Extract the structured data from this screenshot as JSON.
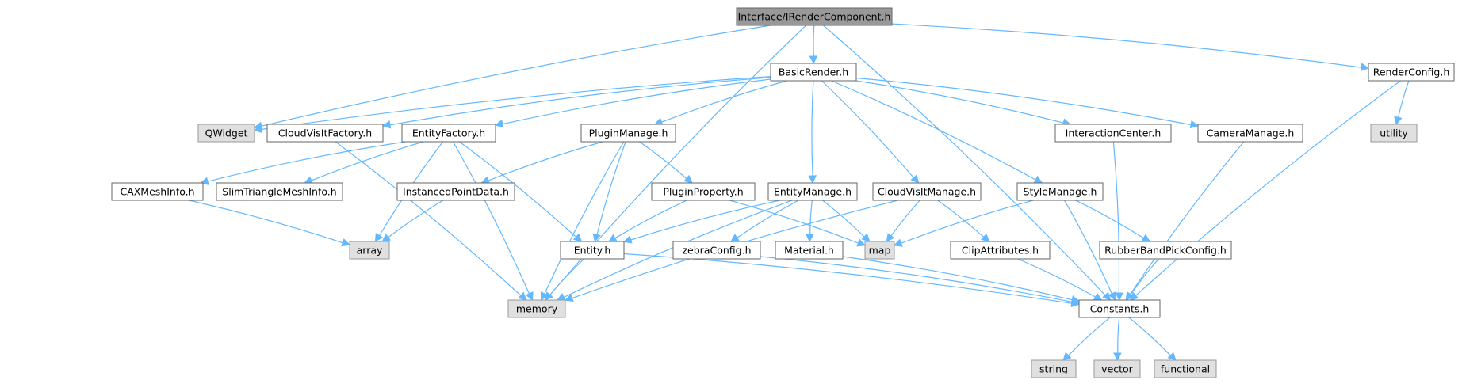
{
  "colors": {
    "edge": "#63b8ff",
    "node_fill": "#ffffff",
    "node_stroke": "#666666",
    "external_fill": "#e0e0e0",
    "external_stroke": "#999999",
    "root_fill": "#999999",
    "root_stroke": "#666666"
  },
  "nodes": [
    {
      "id": "root",
      "label": "Interface/IRenderComponent.h",
      "style": "root"
    },
    {
      "id": "basic",
      "label": "BasicRender.h",
      "style": "file"
    },
    {
      "id": "rconfig",
      "label": "RenderConfig.h",
      "style": "file"
    },
    {
      "id": "utility",
      "label": "utility",
      "style": "external"
    },
    {
      "id": "qwidget",
      "label": "QWidget",
      "style": "external"
    },
    {
      "id": "cvf",
      "label": "CloudVisItFactory.h",
      "style": "file"
    },
    {
      "id": "ef",
      "label": "EntityFactory.h",
      "style": "file"
    },
    {
      "id": "pm",
      "label": "PluginManage.h",
      "style": "file"
    },
    {
      "id": "ic",
      "label": "InteractionCenter.h",
      "style": "file"
    },
    {
      "id": "cm",
      "label": "CameraManage.h",
      "style": "file"
    },
    {
      "id": "cax",
      "label": "CAXMeshInfo.h",
      "style": "file"
    },
    {
      "id": "stm",
      "label": "SlimTriangleMeshInfo.h",
      "style": "file"
    },
    {
      "id": "ipd",
      "label": "InstancedPointData.h",
      "style": "file"
    },
    {
      "id": "pp",
      "label": "PluginProperty.h",
      "style": "file"
    },
    {
      "id": "em",
      "label": "EntityManage.h",
      "style": "file"
    },
    {
      "id": "cvm",
      "label": "CloudVisItManage.h",
      "style": "file"
    },
    {
      "id": "sm",
      "label": "StyleManage.h",
      "style": "file"
    },
    {
      "id": "array",
      "label": "array",
      "style": "external"
    },
    {
      "id": "entity",
      "label": "Entity.h",
      "style": "file"
    },
    {
      "id": "zebra",
      "label": "zebraConfig.h",
      "style": "file"
    },
    {
      "id": "material",
      "label": "Material.h",
      "style": "file"
    },
    {
      "id": "map",
      "label": "map",
      "style": "external"
    },
    {
      "id": "clip",
      "label": "ClipAttributes.h",
      "style": "file"
    },
    {
      "id": "rbpc",
      "label": "RubberBandPickConfig.h",
      "style": "file"
    },
    {
      "id": "memory",
      "label": "memory",
      "style": "external"
    },
    {
      "id": "const",
      "label": "Constants.h",
      "style": "file"
    },
    {
      "id": "string",
      "label": "string",
      "style": "external"
    },
    {
      "id": "vector",
      "label": "vector",
      "style": "external"
    },
    {
      "id": "functional",
      "label": "functional",
      "style": "external"
    }
  ],
  "edges": [
    [
      "root",
      "basic"
    ],
    [
      "root",
      "rconfig"
    ],
    [
      "root",
      "qwidget"
    ],
    [
      "root",
      "memory"
    ],
    [
      "root",
      "const"
    ],
    [
      "rconfig",
      "utility"
    ],
    [
      "rconfig",
      "const"
    ],
    [
      "basic",
      "qwidget"
    ],
    [
      "basic",
      "cvf"
    ],
    [
      "basic",
      "ef"
    ],
    [
      "basic",
      "pm"
    ],
    [
      "basic",
      "em"
    ],
    [
      "basic",
      "cvm"
    ],
    [
      "basic",
      "sm"
    ],
    [
      "basic",
      "ic"
    ],
    [
      "basic",
      "cm"
    ],
    [
      "cvf",
      "memory"
    ],
    [
      "ef",
      "cax"
    ],
    [
      "ef",
      "stm"
    ],
    [
      "ef",
      "array"
    ],
    [
      "ef",
      "entity"
    ],
    [
      "ef",
      "memory"
    ],
    [
      "pm",
      "ipd"
    ],
    [
      "pm",
      "pp"
    ],
    [
      "pm",
      "entity"
    ],
    [
      "pm",
      "memory"
    ],
    [
      "cax",
      "array"
    ],
    [
      "ipd",
      "array"
    ],
    [
      "pp",
      "entity"
    ],
    [
      "pp",
      "map"
    ],
    [
      "em",
      "entity"
    ],
    [
      "em",
      "zebra"
    ],
    [
      "em",
      "material"
    ],
    [
      "em",
      "map"
    ],
    [
      "em",
      "memory"
    ],
    [
      "cvm",
      "map"
    ],
    [
      "cvm",
      "clip"
    ],
    [
      "cvm",
      "memory"
    ],
    [
      "sm",
      "map"
    ],
    [
      "sm",
      "rbpc"
    ],
    [
      "sm",
      "const"
    ],
    [
      "entity",
      "memory"
    ],
    [
      "entity",
      "const"
    ],
    [
      "zebra",
      "const"
    ],
    [
      "material",
      "const"
    ],
    [
      "clip",
      "const"
    ],
    [
      "rbpc",
      "const"
    ],
    [
      "ic",
      "const"
    ],
    [
      "cm",
      "const"
    ],
    [
      "const",
      "string"
    ],
    [
      "const",
      "vector"
    ],
    [
      "const",
      "functional"
    ]
  ]
}
